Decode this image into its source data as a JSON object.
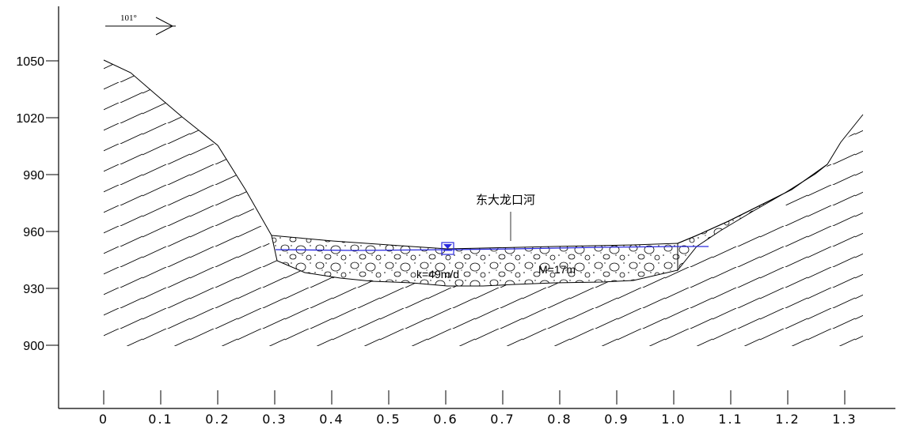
{
  "direction": {
    "label": "101°"
  },
  "river": {
    "name": "东大龙口河"
  },
  "aquifer": {
    "k_label": "k=49m/d",
    "m_label": "M=17m"
  },
  "axes": {
    "y_ticks": [
      {
        "value": 1050,
        "label": "1050"
      },
      {
        "value": 1020,
        "label": "1020"
      },
      {
        "value": 990,
        "label": "990"
      },
      {
        "value": 960,
        "label": "960"
      },
      {
        "value": 930,
        "label": "930"
      },
      {
        "value": 900,
        "label": "900"
      }
    ],
    "x_ticks": [
      {
        "value": 0.0,
        "label": "0"
      },
      {
        "value": 0.1,
        "label": "0.1"
      },
      {
        "value": 0.2,
        "label": "0.2"
      },
      {
        "value": 0.3,
        "label": "0.3"
      },
      {
        "value": 0.4,
        "label": "0.4"
      },
      {
        "value": 0.5,
        "label": "0.5"
      },
      {
        "value": 0.6,
        "label": "0.6"
      },
      {
        "value": 0.7,
        "label": "0.7"
      },
      {
        "value": 0.8,
        "label": "0.8"
      },
      {
        "value": 0.9,
        "label": "0.9"
      },
      {
        "value": 1.0,
        "label": "1.0"
      },
      {
        "value": 1.1,
        "label": "1.1"
      },
      {
        "value": 1.2,
        "label": "1.2"
      },
      {
        "value": 1.3,
        "label": "1.3"
      }
    ]
  },
  "colors": {
    "water_level": "#2a2ae0",
    "line": "#000000"
  }
}
